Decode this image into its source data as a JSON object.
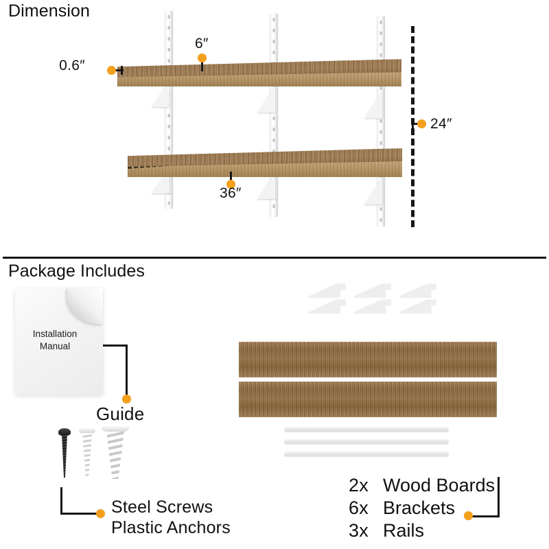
{
  "sections": {
    "dimension": {
      "title": "Dimension",
      "callouts": [
        {
          "id": "thickness",
          "label": "0.6″"
        },
        {
          "id": "depth",
          "label": "6″"
        },
        {
          "id": "height",
          "label": "24″"
        },
        {
          "id": "width",
          "label": "36″"
        }
      ]
    },
    "package": {
      "title": "Package Includes",
      "manual": {
        "line1": "Installation",
        "line2": "Manual"
      },
      "labels": {
        "guide": "Guide",
        "steel_screws": "Steel Screws",
        "plastic_anchors": "Plastic Anchors"
      },
      "parts": [
        {
          "qty": "2x",
          "name": "Wood Boards"
        },
        {
          "qty": "6x",
          "name": "Brackets"
        },
        {
          "qty": "3x",
          "name": "Rails"
        }
      ]
    }
  },
  "colors": {
    "accent_dot": "#f5a01c",
    "leader_line": "#161616",
    "wood_light": "#c9ab80",
    "wood_dark": "#8b6940",
    "hardware_white": "#f1f1f1",
    "text": "#111111"
  }
}
